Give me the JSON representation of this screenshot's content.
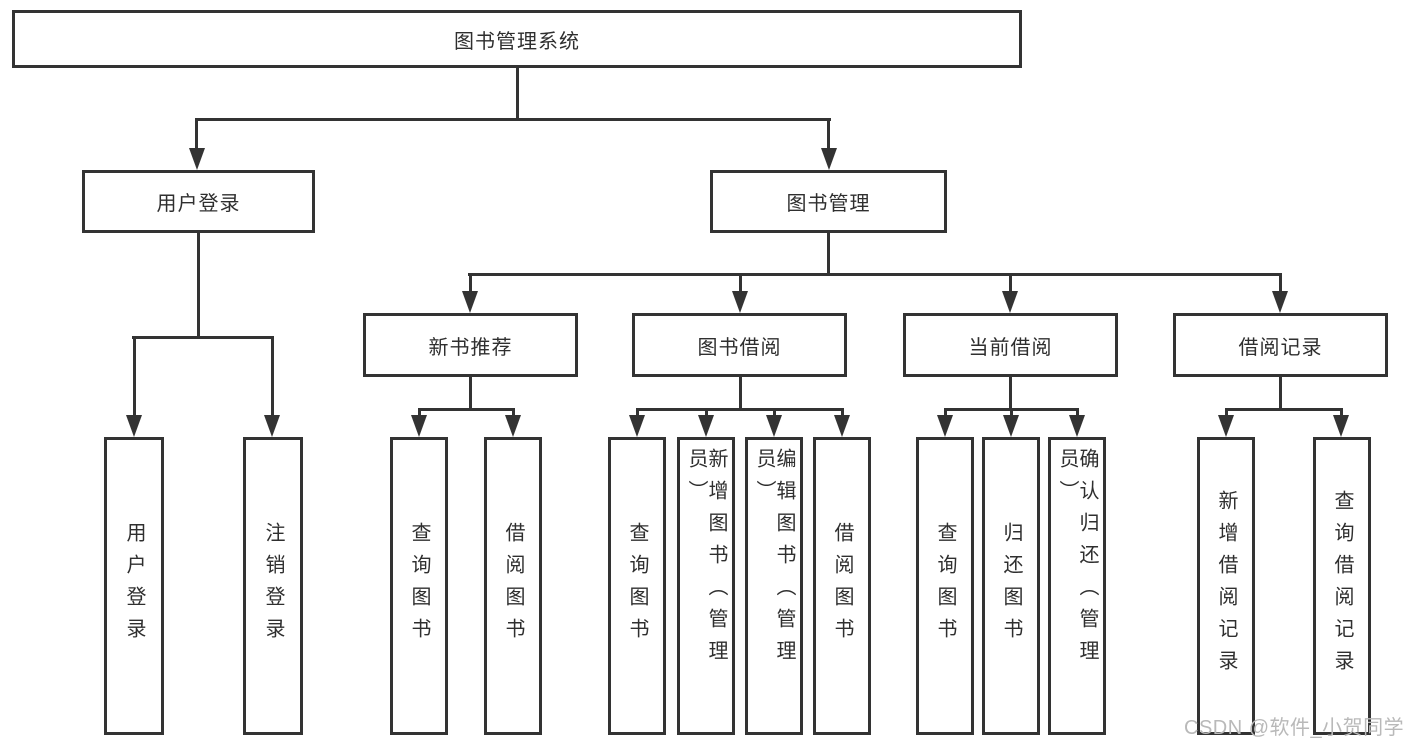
{
  "diagram": {
    "root": {
      "label": "图书管理系统"
    },
    "branches": [
      {
        "label": "用户登录",
        "children": [
          "用户登录",
          "注销登录"
        ]
      },
      {
        "label": "图书管理",
        "sections": [
          {
            "label": "新书推荐",
            "children": [
              "查询图书",
              "借阅图书"
            ]
          },
          {
            "label": "图书借阅",
            "children": [
              "查询图书",
              "新增图书（管理员）",
              "编辑图书（管理员）",
              "借阅图书"
            ]
          },
          {
            "label": "当前借阅",
            "children": [
              "查询图书",
              "归还图书",
              "确认归还（管理员）"
            ]
          },
          {
            "label": "借阅记录",
            "children": [
              "新增借阅记录",
              "查询借阅记录"
            ]
          }
        ]
      }
    ],
    "watermark": "CSDN @软件_小贺同学",
    "colors": {
      "line": "#333333",
      "text": "#2f2f2f",
      "watermark": "#b9b9b9",
      "background": "#ffffff"
    }
  }
}
